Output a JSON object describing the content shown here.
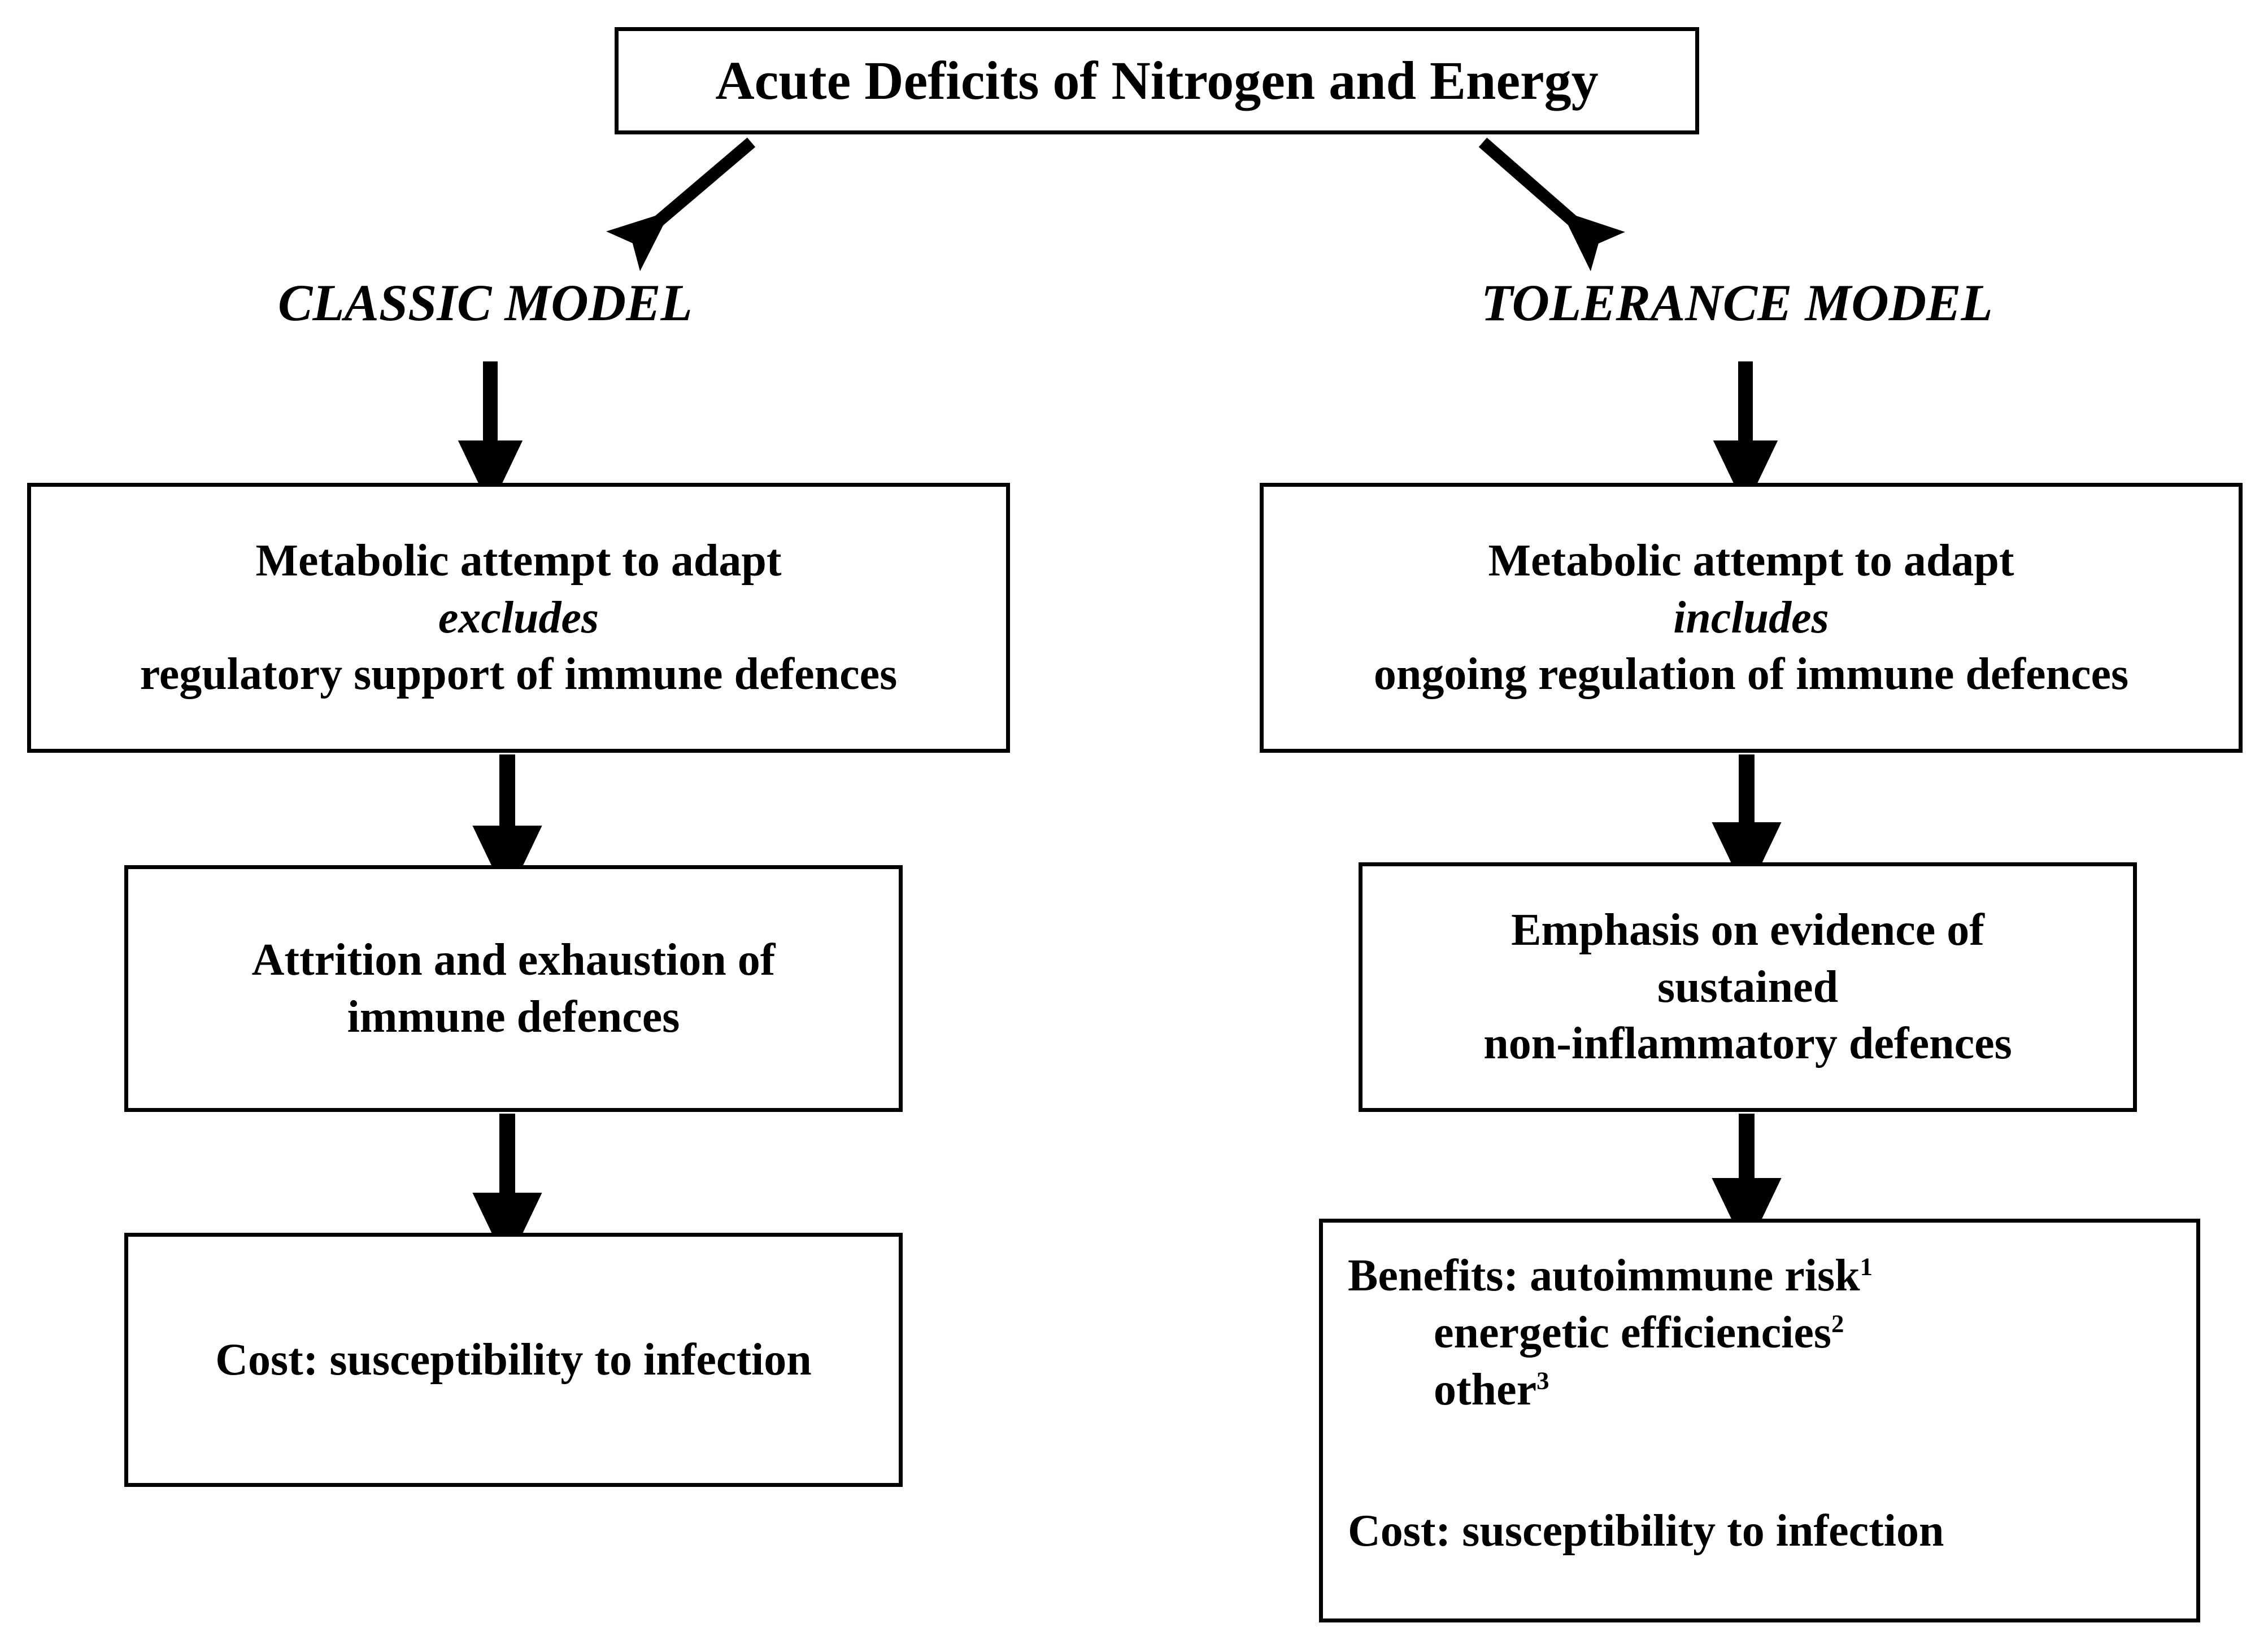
{
  "diagram": {
    "title": "Acute Deficits of Nitrogen and Energy",
    "models": {
      "classic": {
        "heading": "CLASSIC MODEL",
        "adapt_box": {
          "line1": "Metabolic attempt to adapt",
          "line2": "excludes",
          "line3": "regulatory support of immune defences"
        },
        "second_box": {
          "line1": "Attrition and exhaustion of",
          "line2": "immune defences"
        },
        "outcome_box": {
          "line1": "Cost: susceptibility to infection"
        }
      },
      "tolerance": {
        "heading": "TOLERANCE MODEL",
        "adapt_box": {
          "line1": "Metabolic attempt to adapt",
          "line2": "includes",
          "line3": "ongoing regulation of immune defences"
        },
        "second_box": {
          "line1": "Emphasis on evidence of",
          "line2": "sustained",
          "line3": "non-inflammatory defences"
        },
        "outcome_box": {
          "line1_text": "Benefits: autoimmune risk",
          "line1_sup": "1",
          "line2_text": "energetic efficiencies",
          "line2_sup": "2",
          "line3_text": "other",
          "line3_sup": "3",
          "line4": "Cost: susceptibility to infection"
        }
      }
    },
    "colors": {
      "stroke": "#000000",
      "background": "#ffffff",
      "text": "#000000"
    }
  }
}
